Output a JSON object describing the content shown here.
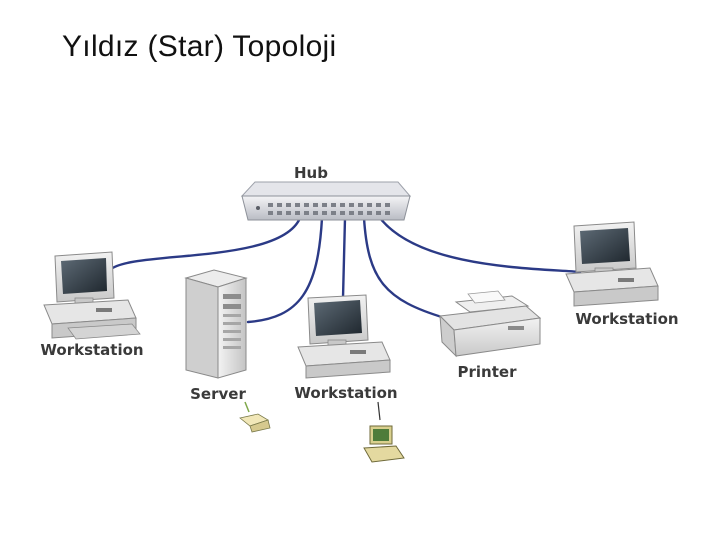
{
  "slide": {
    "title": "Yıldız (Star) Topoloji"
  },
  "diagram": {
    "topology": "star",
    "hub": {
      "label": "Hub",
      "icon": "network-hub-icon"
    },
    "nodes": [
      {
        "id": "workstation-left",
        "label": "Workstation",
        "icon": "desktop-computer-icon"
      },
      {
        "id": "server",
        "label": "Server",
        "icon": "tower-server-icon"
      },
      {
        "id": "workstation-center",
        "label": "Workstation",
        "icon": "desktop-computer-icon"
      },
      {
        "id": "printer",
        "label": "Printer",
        "icon": "laser-printer-icon"
      },
      {
        "id": "workstation-right",
        "label": "Workstation",
        "icon": "desktop-computer-icon"
      }
    ],
    "cable_color": "#2b3a86",
    "decorative_clipart": [
      {
        "icon": "small-computer-clipart-icon",
        "accent": "#7fa84a"
      },
      {
        "icon": "small-computer-clipart-icon",
        "accent": "#7fa84a"
      }
    ]
  }
}
